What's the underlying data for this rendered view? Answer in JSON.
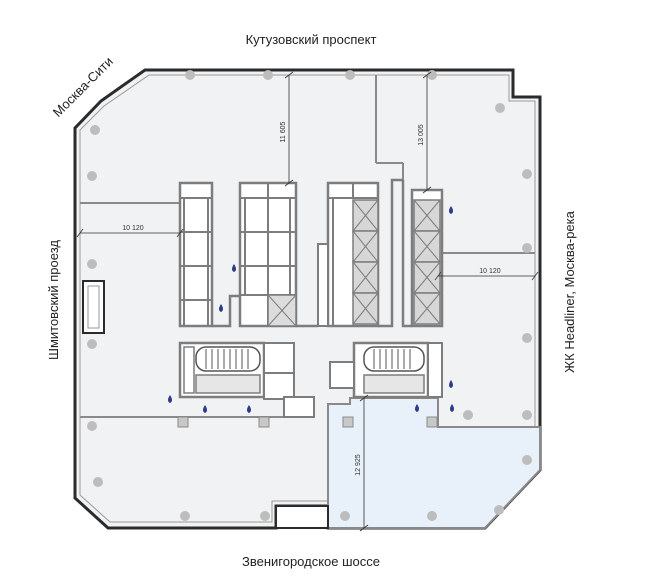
{
  "streets": {
    "top": "Кутузовский проспект",
    "bottom": "Звенигородское шоссе",
    "left": "Шмитовский проезд",
    "top_left": "Москва-Сити",
    "right": "ЖК Headliner, Москва-река"
  },
  "dimensions": {
    "left_span": "10 120",
    "right_span": "10 120",
    "top_left_depth": "11 605",
    "top_right_depth": "13 005",
    "bottom_depth": "12 925"
  },
  "colors": {
    "wall": "#8a8a8a",
    "floor": "#f1f2f3",
    "highlight": "#e8f1fa",
    "column": "#bdbdbd",
    "water_drop": "#2e3a8c"
  },
  "icons": {
    "water": "water-drop-icon",
    "column": "column-icon",
    "elevator": "elevator-icon",
    "stair": "stair-icon"
  }
}
